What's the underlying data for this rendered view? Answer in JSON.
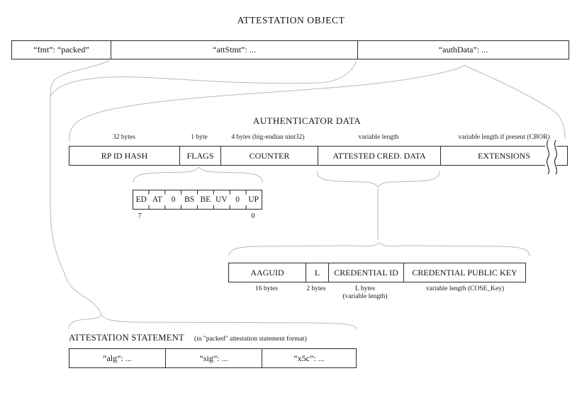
{
  "title": "ATTESTATION OBJECT",
  "attestation_object": {
    "cells": [
      {
        "label": "“fmt”: “packed”"
      },
      {
        "label": "“attStmt”: ..."
      },
      {
        "label": "“authData”: ..."
      }
    ]
  },
  "authenticator_data": {
    "heading": "AUTHENTICATOR DATA",
    "fields": [
      {
        "name": "RP ID HASH",
        "size": "32 bytes"
      },
      {
        "name": "FLAGS",
        "size": "1 byte"
      },
      {
        "name": "COUNTER",
        "size": "4 bytes (big-endian uint32)"
      },
      {
        "name": "ATTESTED CRED. DATA",
        "size": "variable length"
      },
      {
        "name": "EXTENSIONS",
        "size": "variable length if present (CBOR)"
      }
    ]
  },
  "flags_breakdown": {
    "bits": [
      "ED",
      "AT",
      "0",
      "BS",
      "BE",
      "UV",
      "0",
      "UP"
    ],
    "msb_label": "7",
    "lsb_label": "0"
  },
  "attested_cred_data_breakdown": {
    "fields": [
      {
        "name": "AAGUID",
        "size": "16 bytes"
      },
      {
        "name": "L",
        "size": "2 bytes"
      },
      {
        "name": "CREDENTIAL ID",
        "size": "L bytes",
        "size2": "(variable length)"
      },
      {
        "name": "CREDENTIAL PUBLIC KEY",
        "size": "variable length (COSE_Key)"
      }
    ]
  },
  "attestation_statement": {
    "heading": "ATTESTATION STATEMENT",
    "note": "(in \"packed\" attestation statement format)",
    "cells": [
      {
        "label": "“alg”: ..."
      },
      {
        "label": "“sig”: ..."
      },
      {
        "label": "“x5c”: ..."
      }
    ]
  },
  "colors": {
    "border": "#2b2b2b",
    "curve": "#b9b9b9",
    "text": "#151515",
    "background": "#ffffff"
  }
}
